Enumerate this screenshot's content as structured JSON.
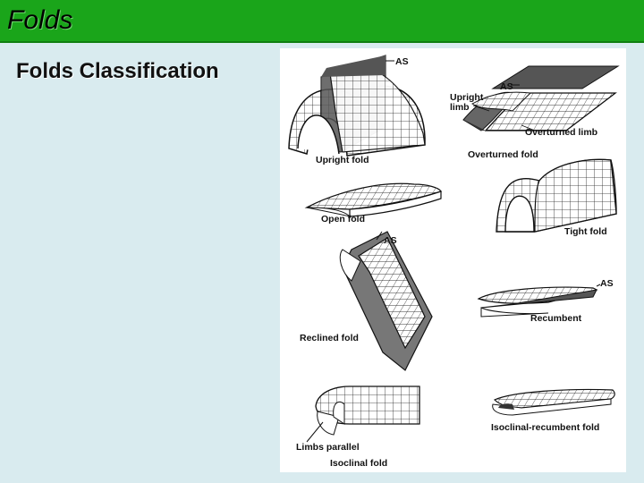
{
  "slide": {
    "title": "Folds",
    "subtitle": "Folds Classification"
  },
  "figure": {
    "labels": {
      "upright_as": "AS",
      "upright_fold": "Upright fold",
      "overturned_as": "AS",
      "upright_limb": "Upright\nlimb",
      "overturned_limb": "Overturned limb",
      "overturned_fold": "Overturned fold",
      "open_fold": "Open fold",
      "tight_fold": "Tight fold",
      "reclined_as": "AS",
      "reclined_fold": "Reclined fold",
      "recumbent_as": "AS",
      "recumbent": "Recumbent",
      "limbs_parallel": "Limbs parallel",
      "isoclinal_fold": "Isoclinal fold",
      "isoclinal_recumbent_fold": "Isoclinal-recumbent fold"
    }
  }
}
